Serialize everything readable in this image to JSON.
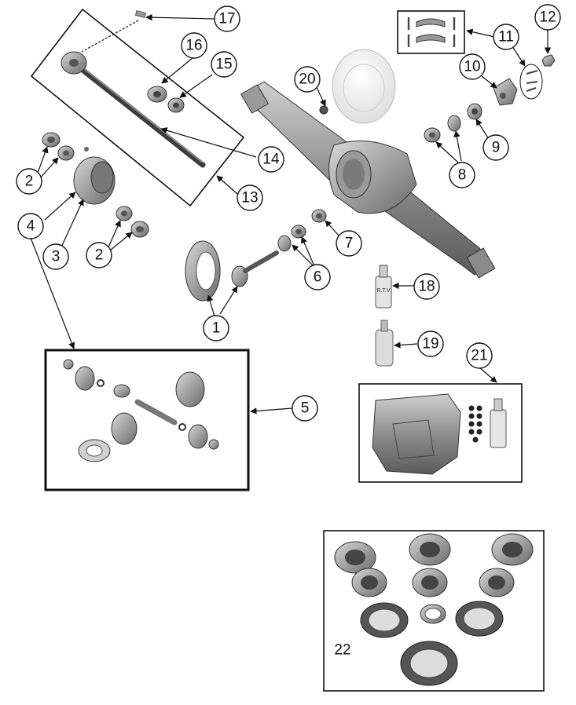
{
  "callouts": {
    "c1": "1",
    "c2a": "2",
    "c2b": "2",
    "c3": "3",
    "c4": "4",
    "c5": "5",
    "c6": "6",
    "c7": "7",
    "c8": "8",
    "c9": "9",
    "c10": "10",
    "c11": "11",
    "c12": "12",
    "c13": "13",
    "c14": "14",
    "c15": "15",
    "c16": "16",
    "c17": "17",
    "c18": "18",
    "c19": "19",
    "c20": "20",
    "c21": "21"
  },
  "kit_label": "22",
  "tube_label": "R.T.V"
}
